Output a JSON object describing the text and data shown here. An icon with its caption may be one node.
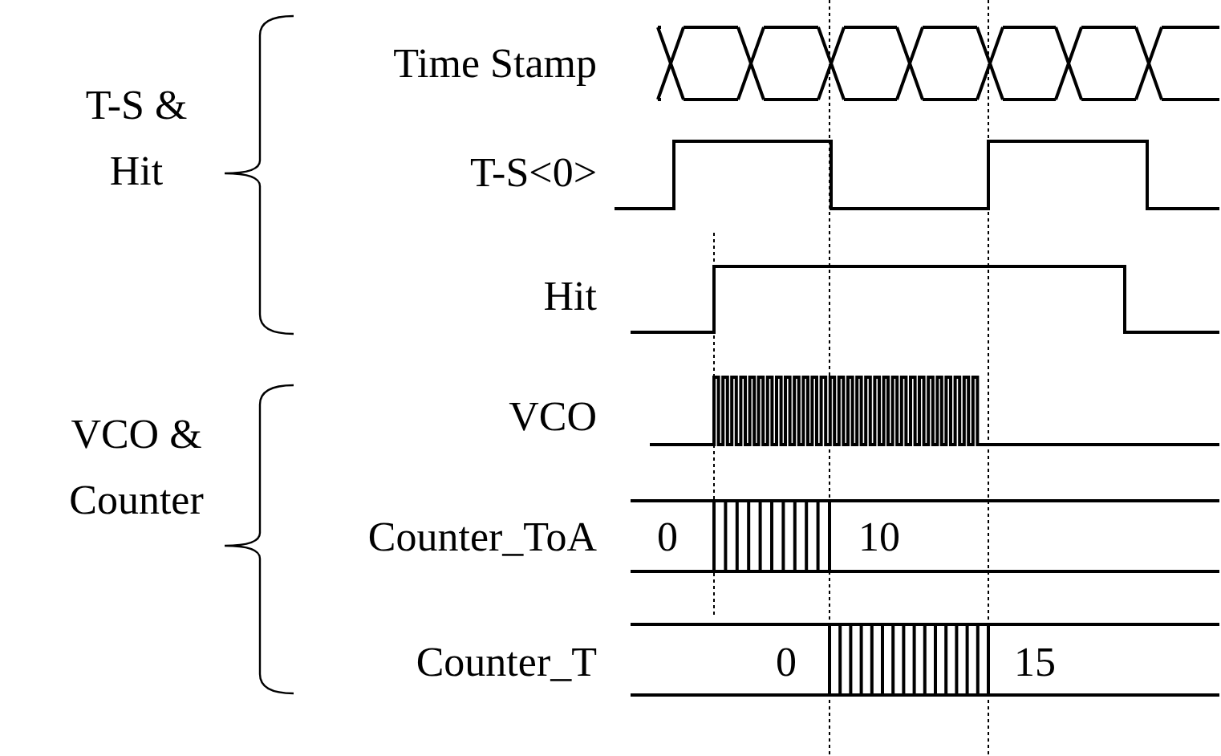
{
  "diagram": {
    "labels": [
      "T-S & Hit",
      "Time Stamp",
      "T-S<0>",
      "Hit",
      "VCO & Counter",
      "VCO",
      "Counter_ToA",
      "0",
      "10",
      "Counter_T",
      "0",
      "15"
    ]
  }
}
